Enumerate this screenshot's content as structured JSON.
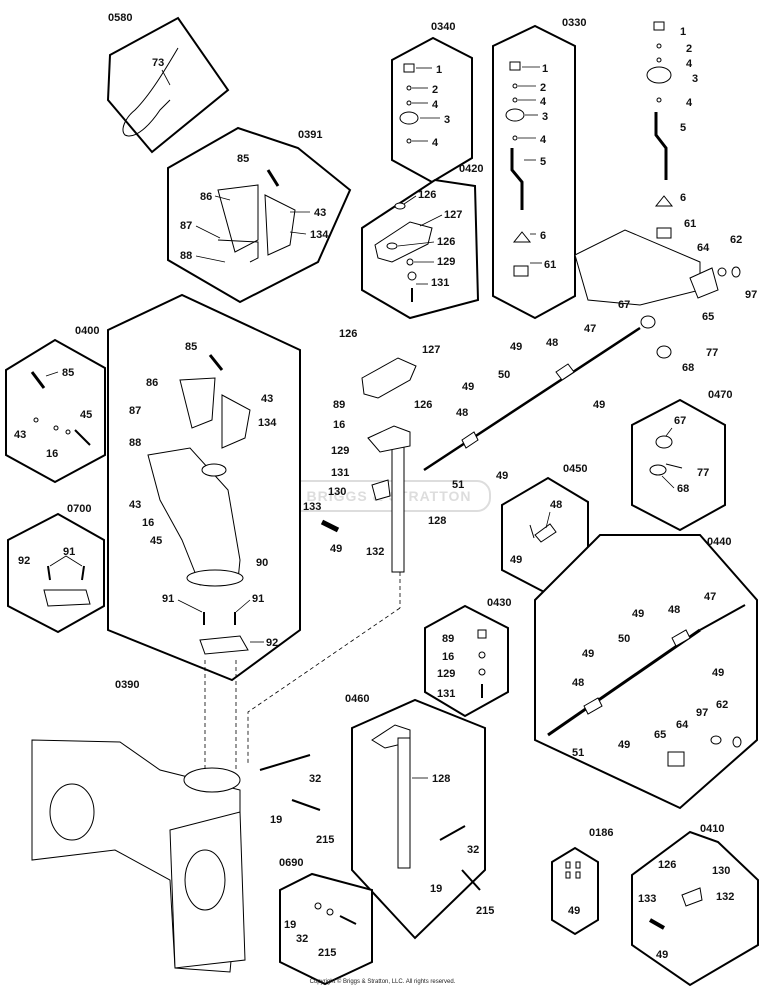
{
  "watermark": "BRIGGS & STRATTON",
  "copyright": "Copyright © Briggs & Stratton, LLC. All rights reserved.",
  "kits": [
    {
      "id": "0580",
      "parts": [
        "73"
      ]
    },
    {
      "id": "0340",
      "parts": [
        "1",
        "2",
        "4",
        "3",
        "4"
      ]
    },
    {
      "id": "0330",
      "parts": [
        "1",
        "2",
        "4",
        "3",
        "4",
        "5",
        "6",
        "61"
      ]
    },
    {
      "id": "0391",
      "parts": [
        "85",
        "86",
        "43",
        "134",
        "87",
        "88"
      ]
    },
    {
      "id": "0420",
      "parts": [
        "126",
        "127",
        "126",
        "129",
        "131"
      ]
    },
    {
      "id": "0400",
      "parts": [
        "85",
        "43",
        "16",
        "45"
      ]
    },
    {
      "id": "0390",
      "parts": [
        "85",
        "86",
        "43",
        "87",
        "134",
        "88",
        "43",
        "16",
        "45",
        "90",
        "91",
        "91",
        "92"
      ]
    },
    {
      "id": "0700",
      "parts": [
        "92",
        "91"
      ]
    },
    {
      "id": "0470",
      "parts": [
        "67",
        "77",
        "68"
      ]
    },
    {
      "id": "0450",
      "parts": [
        "48",
        "49"
      ]
    },
    {
      "id": "0440",
      "parts": [
        "47",
        "49",
        "48",
        "50",
        "49",
        "48",
        "49",
        "51",
        "97",
        "62",
        "64",
        "65"
      ]
    },
    {
      "id": "0430",
      "parts": [
        "89",
        "16",
        "129",
        "131"
      ]
    },
    {
      "id": "0460",
      "parts": [
        "128",
        "32",
        "19",
        "215"
      ]
    },
    {
      "id": "0186",
      "parts": [
        "49"
      ]
    },
    {
      "id": "0410",
      "parts": [
        "126",
        "130",
        "133",
        "132",
        "49"
      ]
    },
    {
      "id": "0690",
      "parts": [
        "19",
        "32",
        "215"
      ]
    }
  ],
  "main_labels": [
    "1",
    "2",
    "4",
    "3",
    "4",
    "5",
    "6",
    "61",
    "62",
    "64",
    "97",
    "65",
    "67",
    "47",
    "77",
    "68",
    "126",
    "127",
    "49",
    "48",
    "49",
    "50",
    "89",
    "126",
    "16",
    "48",
    "129",
    "49",
    "131",
    "51",
    "130",
    "133",
    "128",
    "49",
    "132",
    "32",
    "19",
    "215"
  ]
}
